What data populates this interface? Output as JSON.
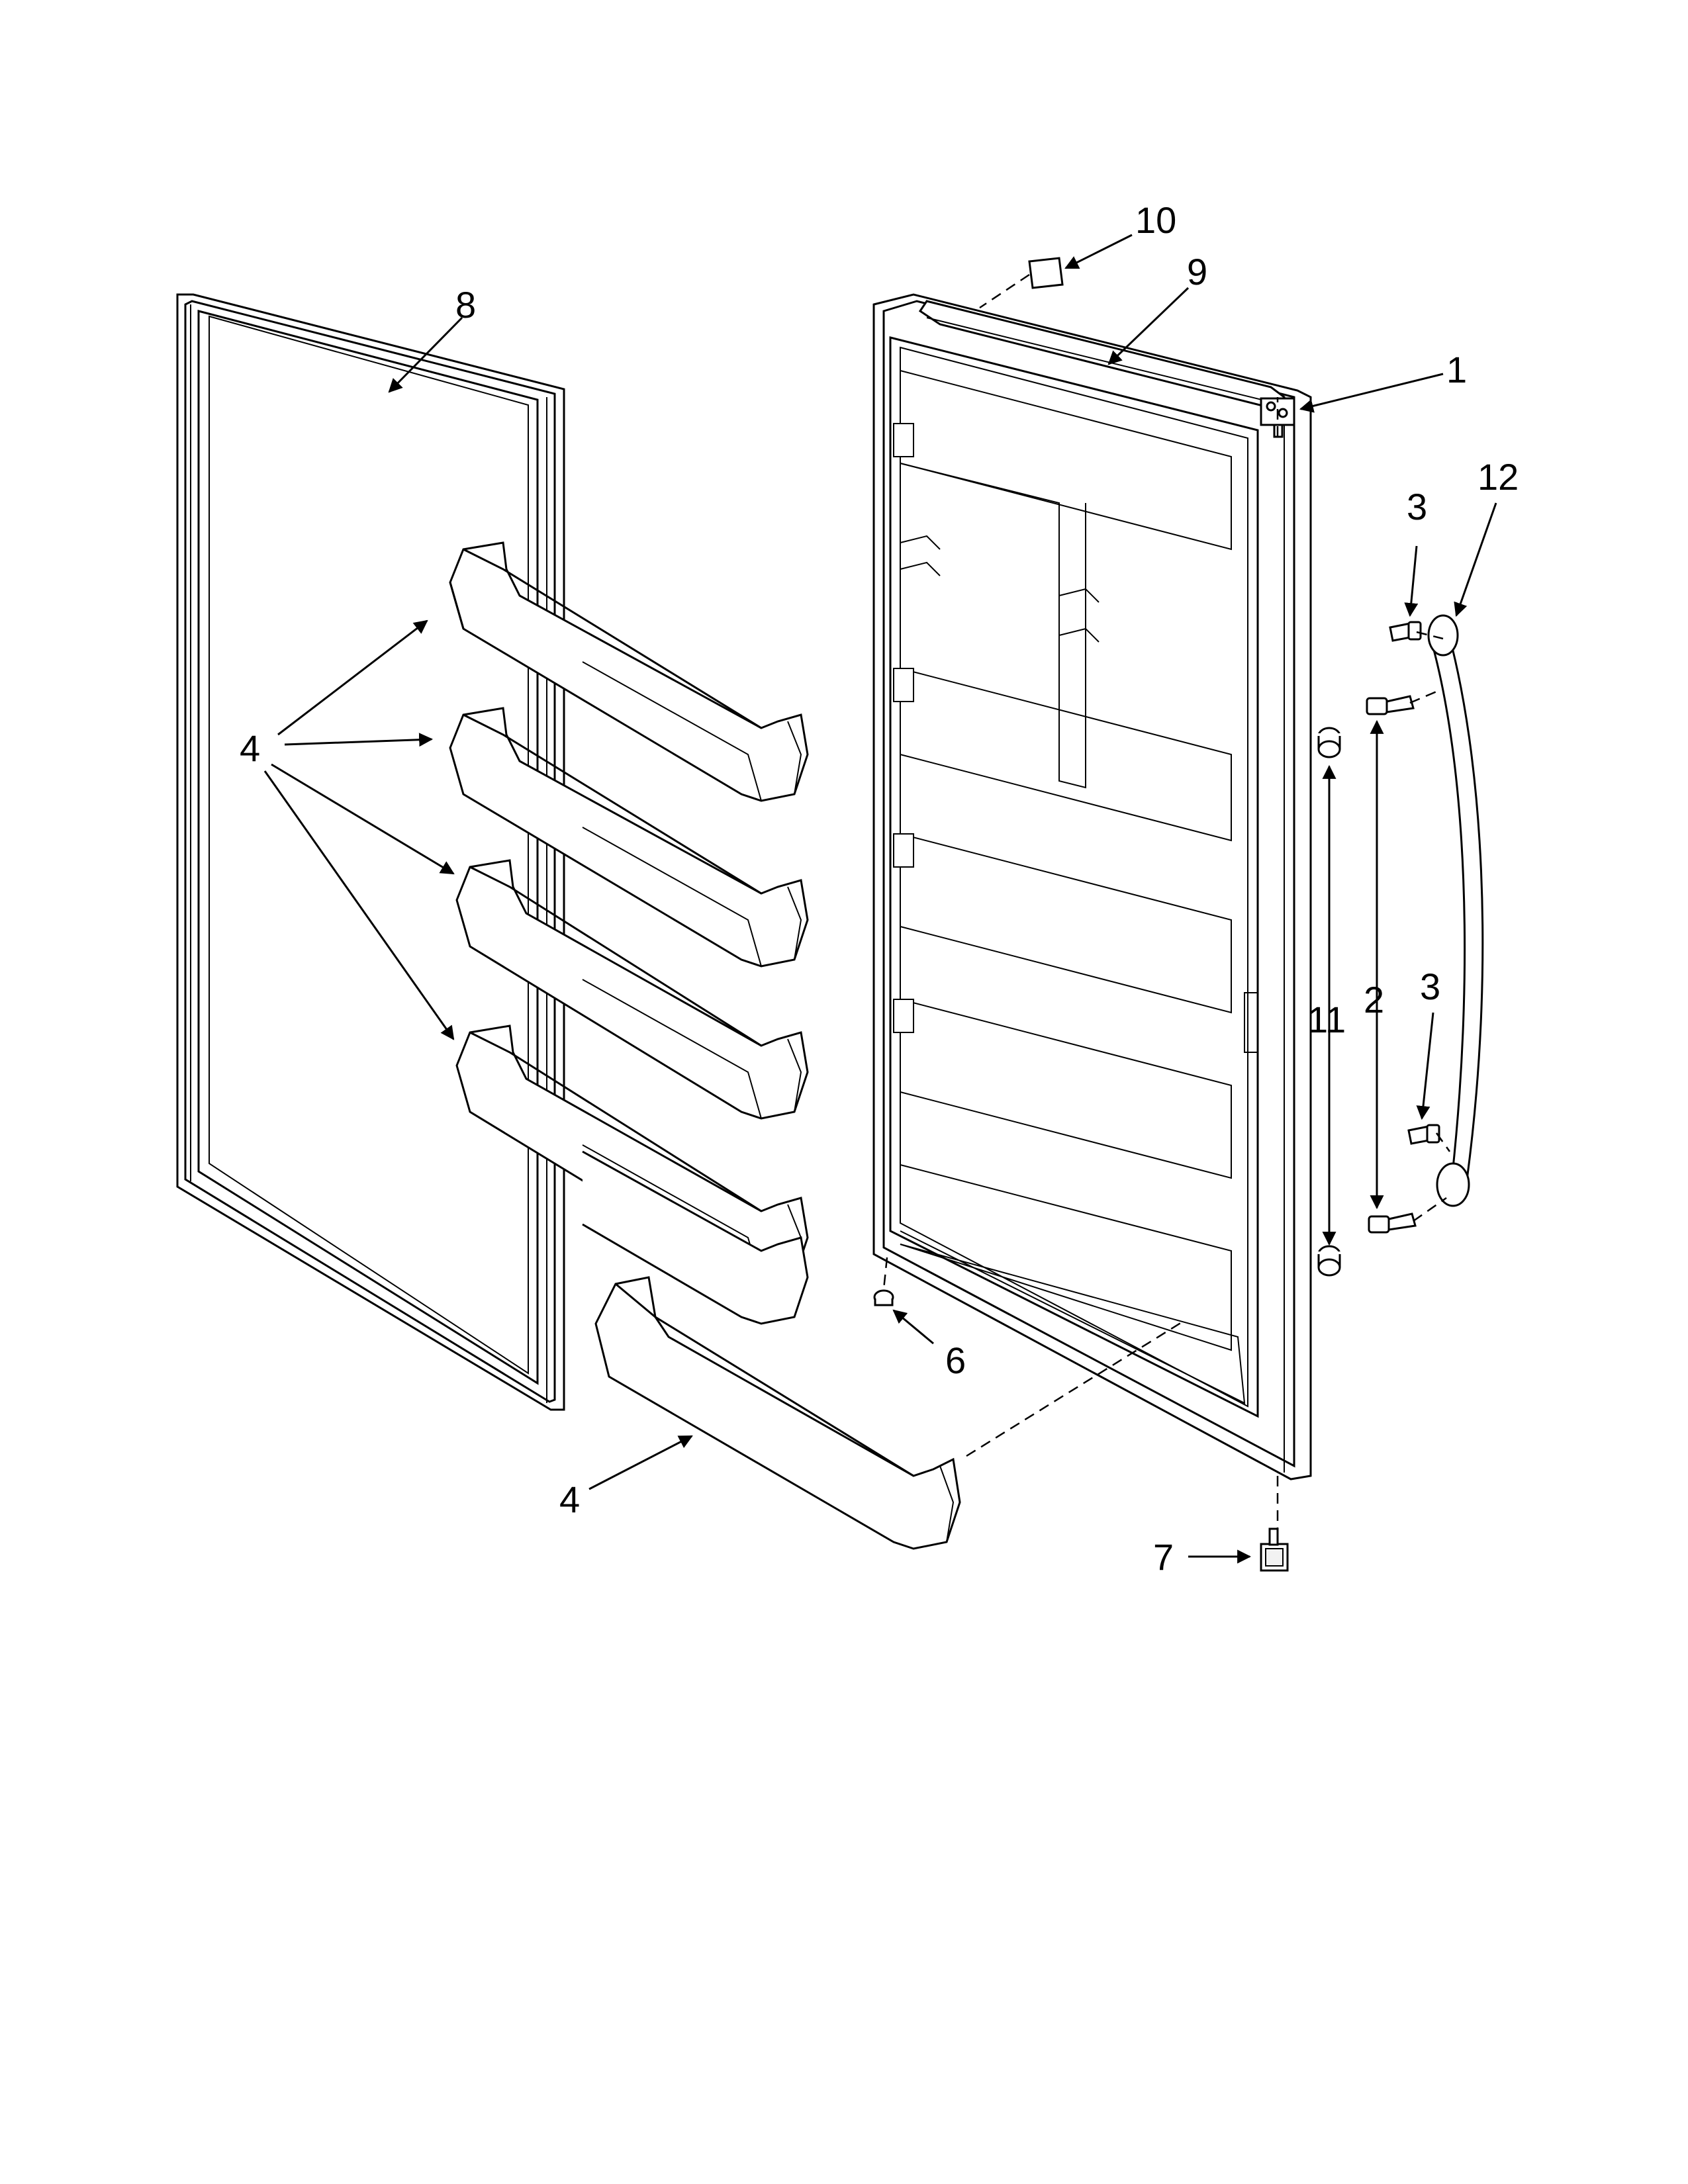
{
  "colors": {
    "line": "#000000",
    "background": "#ffffff",
    "fill_light": "#f2f2f2"
  },
  "callouts": [
    {
      "id": "c1",
      "label": "1"
    },
    {
      "id": "c2",
      "label": "2"
    },
    {
      "id": "c3a",
      "label": "3"
    },
    {
      "id": "c3b",
      "label": "3"
    },
    {
      "id": "c4a",
      "label": "4"
    },
    {
      "id": "c4b",
      "label": "4"
    },
    {
      "id": "c6",
      "label": "6"
    },
    {
      "id": "c7",
      "label": "7"
    },
    {
      "id": "c8",
      "label": "8"
    },
    {
      "id": "c9",
      "label": "9"
    },
    {
      "id": "c10",
      "label": "10"
    },
    {
      "id": "c11",
      "label": "11"
    },
    {
      "id": "c12",
      "label": "12"
    }
  ]
}
